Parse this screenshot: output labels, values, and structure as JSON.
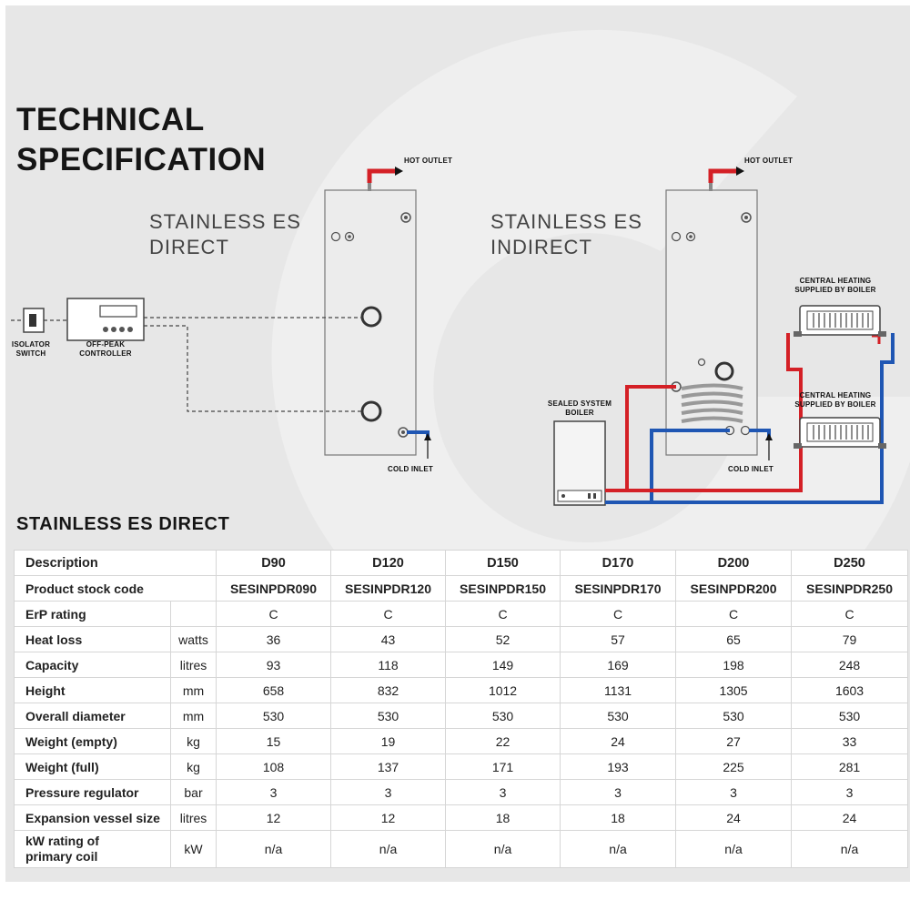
{
  "heading": {
    "line1": "TECHNICAL",
    "line2": "SPECIFICATION"
  },
  "direct_diagram": {
    "title_line1": "STAINLESS ES",
    "title_line2": "DIRECT",
    "hot_outlet": "HOT OUTLET",
    "cold_inlet": "COLD INLET",
    "isolator_line1": "ISOLATOR",
    "isolator_line2": "SWITCH",
    "controller_line1": "OFF-PEAK",
    "controller_line2": "CONTROLLER"
  },
  "indirect_diagram": {
    "title_line1": "STAINLESS ES",
    "title_line2": "INDIRECT",
    "hot_outlet": "HOT OUTLET",
    "cold_inlet": "COLD INLET",
    "boiler_line1": "SEALED SYSTEM",
    "boiler_line2": "BOILER",
    "radiator1_line1": "CENTRAL HEATING",
    "radiator1_line2": "SUPPLIED BY BOILER",
    "radiator2_line1": "CENTRAL HEATING",
    "radiator2_line2": "SUPPLIED BY BOILER"
  },
  "colors": {
    "hot_pipe": "#d42026",
    "cold_pipe": "#1f56b3",
    "background": "#e7e7e7"
  },
  "table": {
    "title": "STAINLESS ES DIRECT",
    "header": {
      "label": "Description",
      "models": [
        "D90",
        "D120",
        "D150",
        "D170",
        "D200",
        "D250"
      ]
    },
    "codes": {
      "label": "Product stock code",
      "values": [
        "SESINPDR090",
        "SESINPDR120",
        "SESINPDR150",
        "SESINPDR170",
        "SESINPDR200",
        "SESINPDR250"
      ]
    },
    "rows": [
      {
        "label": "ErP rating",
        "unit": "",
        "values": [
          "C",
          "C",
          "C",
          "C",
          "C",
          "C"
        ]
      },
      {
        "label": "Heat loss",
        "unit": "watts",
        "values": [
          "36",
          "43",
          "52",
          "57",
          "65",
          "79"
        ]
      },
      {
        "label": "Capacity",
        "unit": "litres",
        "values": [
          "93",
          "118",
          "149",
          "169",
          "198",
          "248"
        ]
      },
      {
        "label": "Height",
        "unit": "mm",
        "values": [
          "658",
          "832",
          "1012",
          "1131",
          "1305",
          "1603"
        ]
      },
      {
        "label": "Overall diameter",
        "unit": "mm",
        "values": [
          "530",
          "530",
          "530",
          "530",
          "530",
          "530"
        ]
      },
      {
        "label": "Weight (empty)",
        "unit": "kg",
        "values": [
          "15",
          "19",
          "22",
          "24",
          "27",
          "33"
        ]
      },
      {
        "label": "Weight (full)",
        "unit": "kg",
        "values": [
          "108",
          "137",
          "171",
          "193",
          "225",
          "281"
        ]
      },
      {
        "label": "Pressure regulator",
        "unit": "bar",
        "values": [
          "3",
          "3",
          "3",
          "3",
          "3",
          "3"
        ]
      },
      {
        "label": "Expansion vessel size",
        "unit": "litres",
        "values": [
          "12",
          "12",
          "18",
          "18",
          "24",
          "24"
        ]
      }
    ],
    "last_row": {
      "label_line1": "kW rating of",
      "label_line2": "primary coil",
      "unit": "kW",
      "values": [
        "n/a",
        "n/a",
        "n/a",
        "n/a",
        "n/a",
        "n/a"
      ]
    }
  }
}
